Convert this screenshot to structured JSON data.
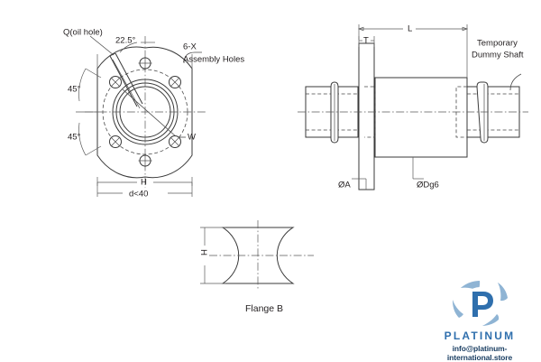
{
  "sheet": {
    "background_color": "#ffffff",
    "line_color": "#3a3a3a",
    "text_color": "#231f20"
  },
  "front_view": {
    "name": "flange-front-view",
    "callouts": {
      "oil_hole": "Q(oil hole)",
      "angle_oil": "22.5°",
      "angle_upper": "45°",
      "angle_lower": "45°",
      "assembly_count": "6-X",
      "assembly_label": "Assembly Holes",
      "keyway": "W"
    },
    "dimensions": {
      "height_label": "H",
      "width_label": "d<40"
    }
  },
  "side_view": {
    "name": "nut-side-view",
    "dimensions": {
      "length_label": "L",
      "thickness_label": "T",
      "flange_diameter": "ØA",
      "body_diameter": "ØDg6"
    },
    "callouts": {
      "dummy_shaft_line1": "Temporary",
      "dummy_shaft_line2": "Dummy Shaft"
    }
  },
  "flange_b_view": {
    "name": "flange-b-view",
    "title": "Flange B",
    "dimensions": {
      "height_label": "H"
    }
  },
  "watermark": {
    "brand": "PLATINUM",
    "email": "info@platinum-international.store",
    "brand_color": "#2f6fad",
    "email_color": "#1b3f63"
  }
}
